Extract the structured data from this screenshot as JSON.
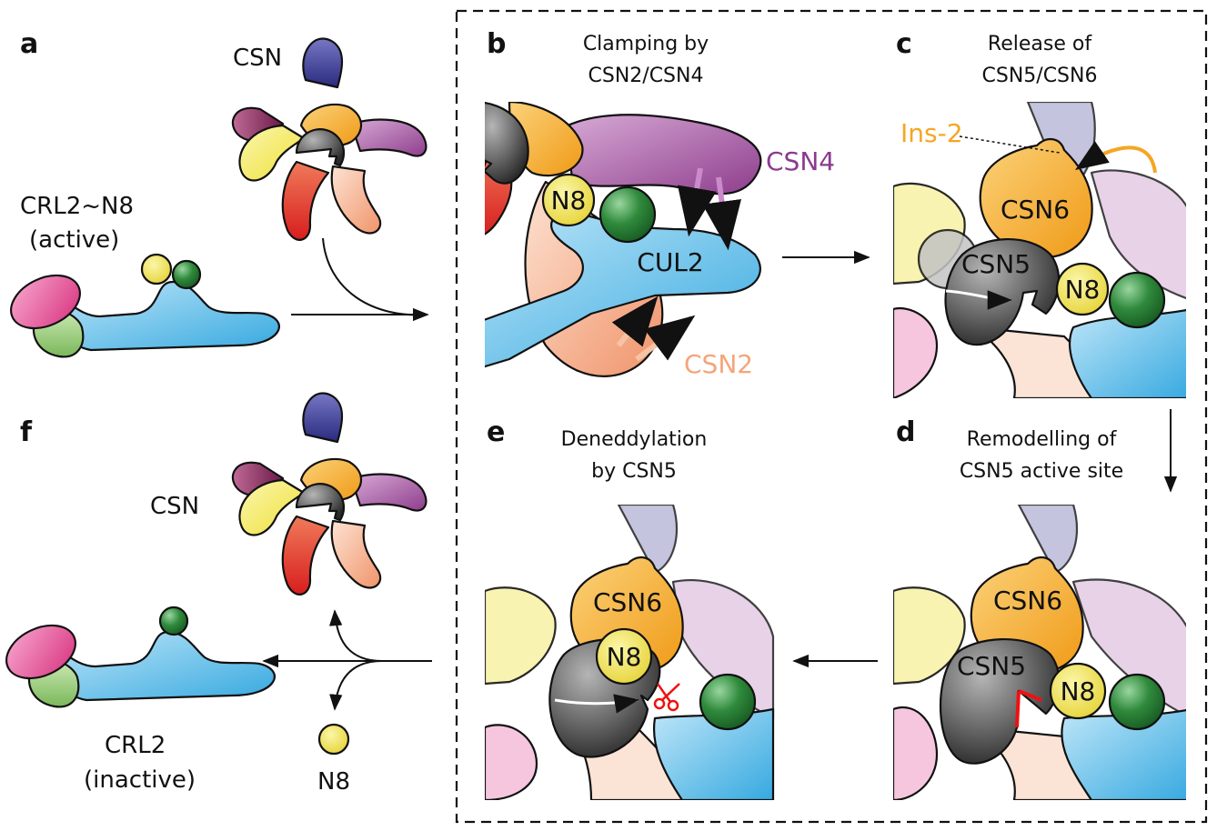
{
  "panels": {
    "a": {
      "letter": "a",
      "csn_label": "CSN",
      "crl_label_line1": "CRL2~N8",
      "crl_label_line2": "(active)"
    },
    "b": {
      "letter": "b",
      "title_line1": "Clamping by",
      "title_line2": "CSN2/CSN4",
      "n8": "N8",
      "cul2": "CUL2",
      "csn4": "CSN4",
      "csn2": "CSN2"
    },
    "c": {
      "letter": "c",
      "title_line1": "Release of",
      "title_line2": "CSN5/CSN6",
      "ins2": "Ins-2",
      "csn6": "CSN6",
      "csn5": "CSN5",
      "n8": "N8"
    },
    "d": {
      "letter": "d",
      "title_line1": "Remodelling of",
      "title_line2": "CSN5 active site",
      "csn6": "CSN6",
      "csn5": "CSN5",
      "n8": "N8"
    },
    "e": {
      "letter": "e",
      "title_line1": "Deneddylation",
      "title_line2": "by CSN5",
      "csn6": "CSN6",
      "n8": "N8"
    },
    "f": {
      "letter": "f",
      "csn_label": "CSN",
      "crl_label_line1": "CRL2",
      "crl_label_line2": "(inactive)",
      "n8": "N8"
    }
  },
  "colors": {
    "csn2": "#f4a57a",
    "csn4": "#a2589f",
    "csn5": "#6d6d6d",
    "csn6": "#f5a623",
    "cul2": "#5bbfea",
    "n8": "#f4e64c",
    "rbx": "#2e8b3e",
    "csn1": "#3b3b98",
    "csn3": "#e23a2a",
    "csn7": "#f2e645",
    "csn8": "#8a2a5e",
    "elongin_b": "#e04a9a",
    "elongin_c": "#8cc56a",
    "ins2_text": "#f5a623",
    "csn4_text": "#8b3a8f",
    "csn2_text": "#f4a57a"
  }
}
